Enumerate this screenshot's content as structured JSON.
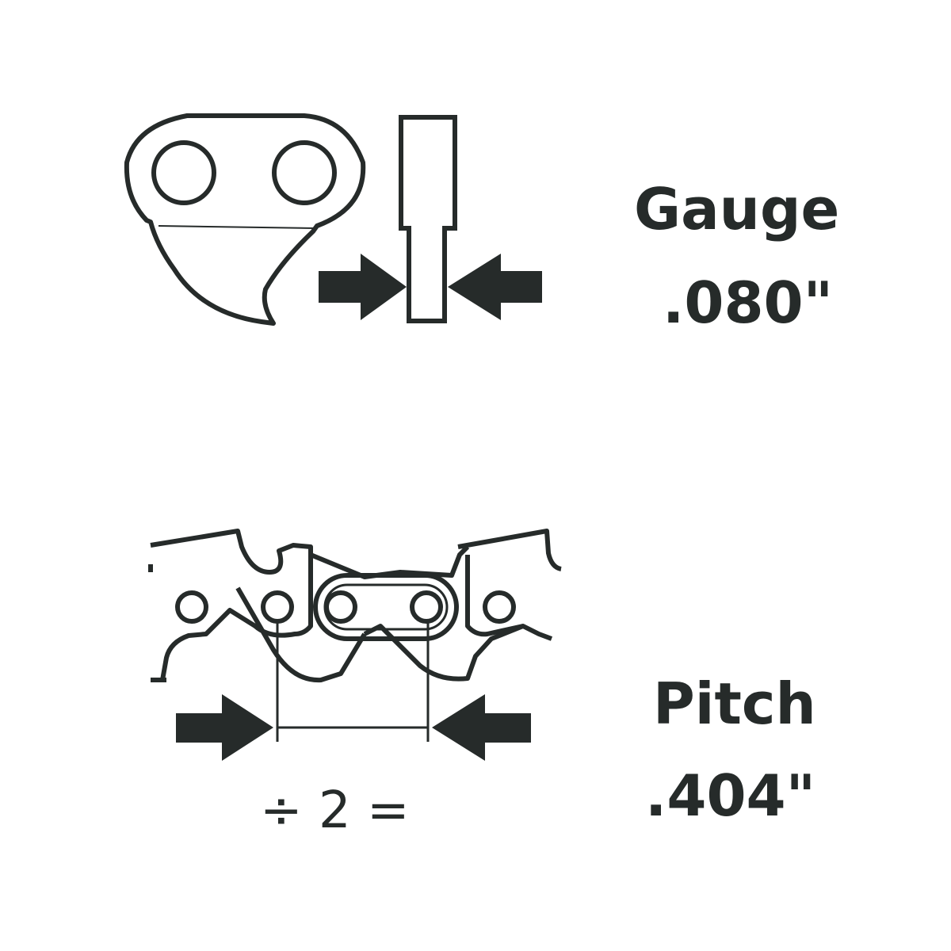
{
  "gauge": {
    "title": "Gauge",
    "value": ".080\""
  },
  "pitch": {
    "title": "Pitch",
    "value": ".404\"",
    "formula": "÷ 2 ="
  },
  "colors": {
    "ink": "#262b2a",
    "background": "#ffffff"
  }
}
